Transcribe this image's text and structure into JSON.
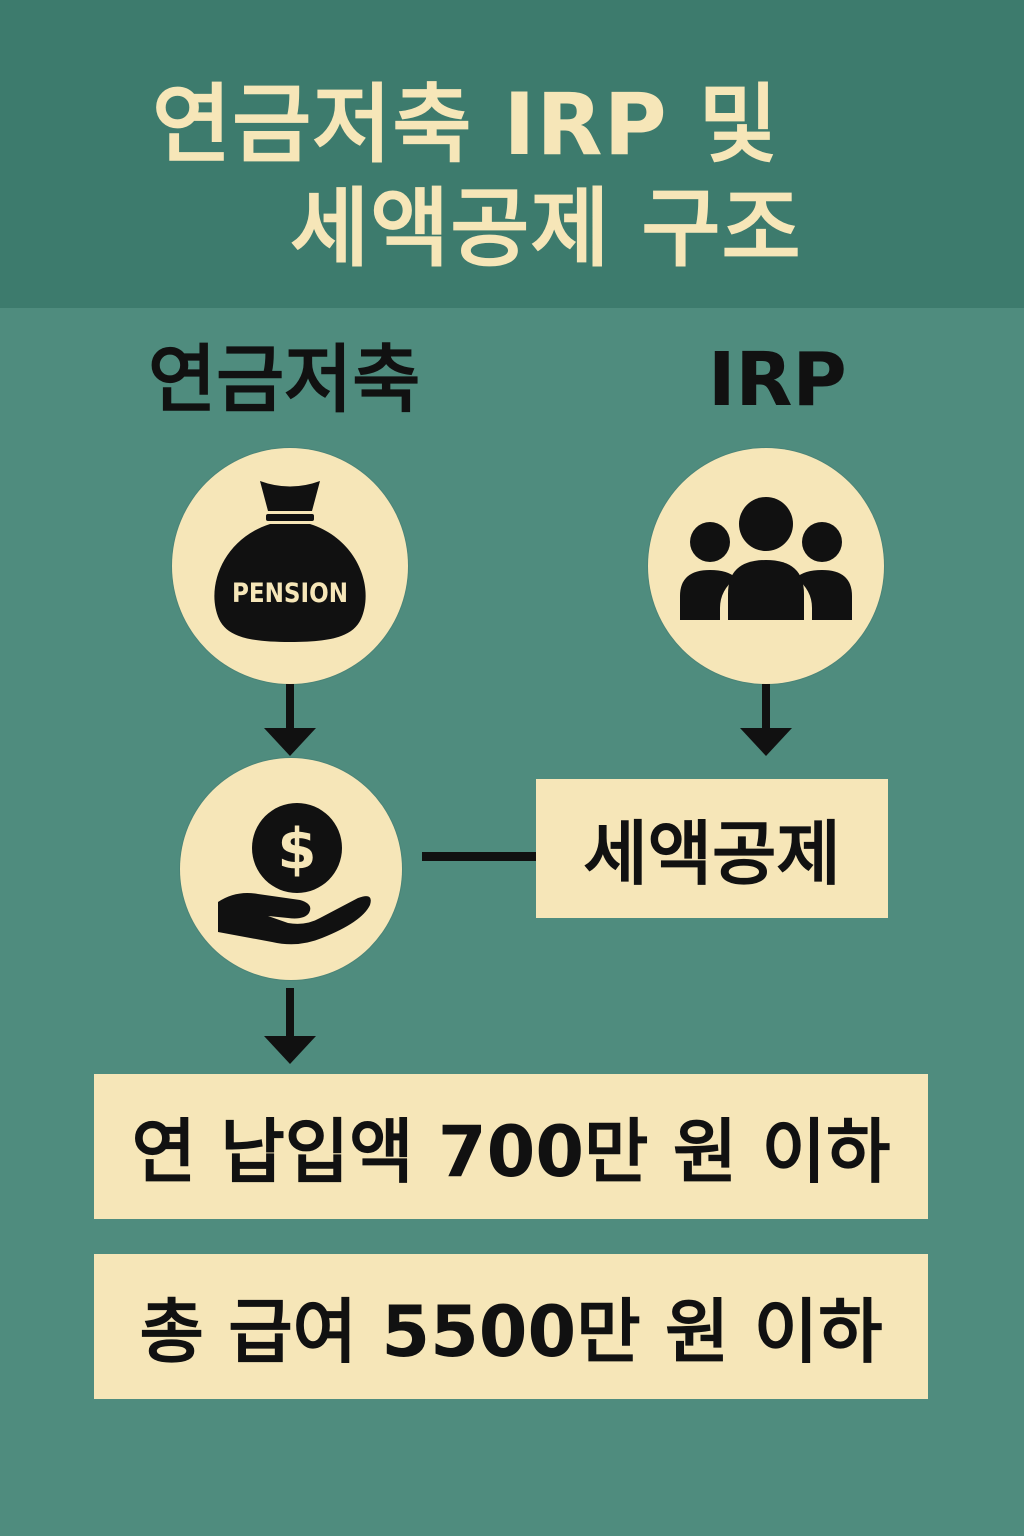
{
  "title": {
    "line1": "연금저축 IRP 및",
    "line2": "세액공제 구조"
  },
  "columns": {
    "left_heading": "연금저축",
    "right_heading": "IRP"
  },
  "icons": {
    "pension_bag": {
      "name": "money-bag-icon",
      "label": "PENSION"
    },
    "people": {
      "name": "group-of-people-icon"
    },
    "hand_coin": {
      "name": "hand-with-dollar-coin-icon",
      "symbol": "$"
    }
  },
  "boxes": {
    "tax_credit": "세액공제",
    "condition_1": "연 납입액 700만 원 이하",
    "condition_2": "총 급여 5500만 원 이하"
  },
  "colors": {
    "background": "#4f8c7e",
    "header": "#3d7b6d",
    "cream": "#f6e6b8",
    "ink": "#111111"
  }
}
